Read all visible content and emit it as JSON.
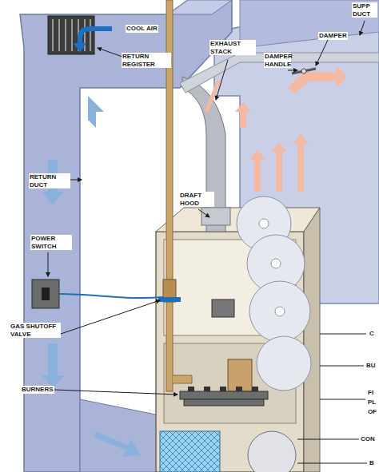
{
  "diagram": {
    "labels": [
      "COOL AIR",
      "RETURN REGISTER",
      "EXHAUST STACK",
      "SUPP DUCT",
      "DAMPER",
      "DAMPER HANDLE",
      "RETURN DUCT",
      "DRAFT HOOD",
      "POWER SWITCH",
      "GAS SHUTOFF VALVE",
      "BURNERS",
      "C",
      "BU",
      "FI",
      "PL",
      "OF",
      "CON",
      "B"
    ]
  }
}
